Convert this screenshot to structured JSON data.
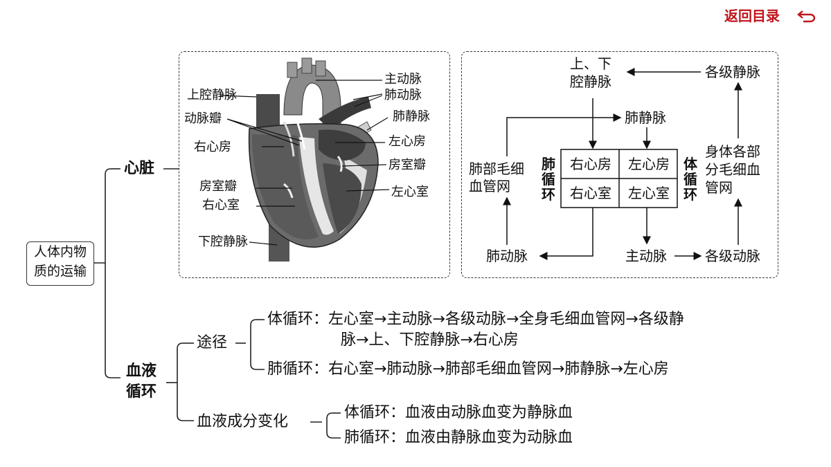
{
  "nav": {
    "back_label": "返回目录"
  },
  "root": {
    "line1": "人体内物",
    "line2": "质的运输"
  },
  "heart": {
    "title": "心脏",
    "labels": {
      "aorta": "主动脉",
      "pulmonary_artery": "肺动脉",
      "superior_vena_cava": "上腔静脉",
      "pulmonary_vein": "肺静脉",
      "arterial_valve": "动脉瓣",
      "left_atrium": "左心房",
      "right_atrium": "右心房",
      "av_valve_right": "房室瓣",
      "av_valve_left": "房室瓣",
      "left_ventricle": "左心室",
      "right_ventricle": "右心室",
      "inferior_vena_cava": "下腔静脉"
    }
  },
  "circulation_diagram": {
    "vena_cava_line1": "上、下",
    "vena_cava_line2": "腔静脉",
    "veins": "各级静脉",
    "pulmonary_vein": "肺静脉",
    "lung_capillary_line1": "肺部毛细",
    "lung_capillary_line2": "血管网",
    "body_capillary_line1": "身体各部",
    "body_capillary_line2": "分毛细血",
    "body_capillary_line3": "管网",
    "pulmonary_label": [
      "肺",
      "循",
      "环"
    ],
    "systemic_label": [
      "体",
      "循",
      "环"
    ],
    "cells": {
      "ra": "右心房",
      "la": "左心房",
      "rv": "右心室",
      "lv": "左心室"
    },
    "pulmonary_artery": "肺动脉",
    "aorta": "主动脉",
    "arteries": "各级动脉"
  },
  "blood": {
    "title_line1": "血液",
    "title_line2": "循环",
    "route": {
      "label": "途径",
      "systemic_line1": "体循环：左心室→主动脉→各级动脉→全身毛细血管网→各级静",
      "systemic_line2": "脉→上、下腔静脉→右心房",
      "pulmonary": "肺循环：右心室→肺动脉→肺部毛细血管网→肺静脉→左心房"
    },
    "change": {
      "label": "血液成分变化",
      "systemic": "体循环：血液由动脉血变为静脉血",
      "pulmonary": "肺循环：血液由静脉血变为动脉血"
    }
  }
}
